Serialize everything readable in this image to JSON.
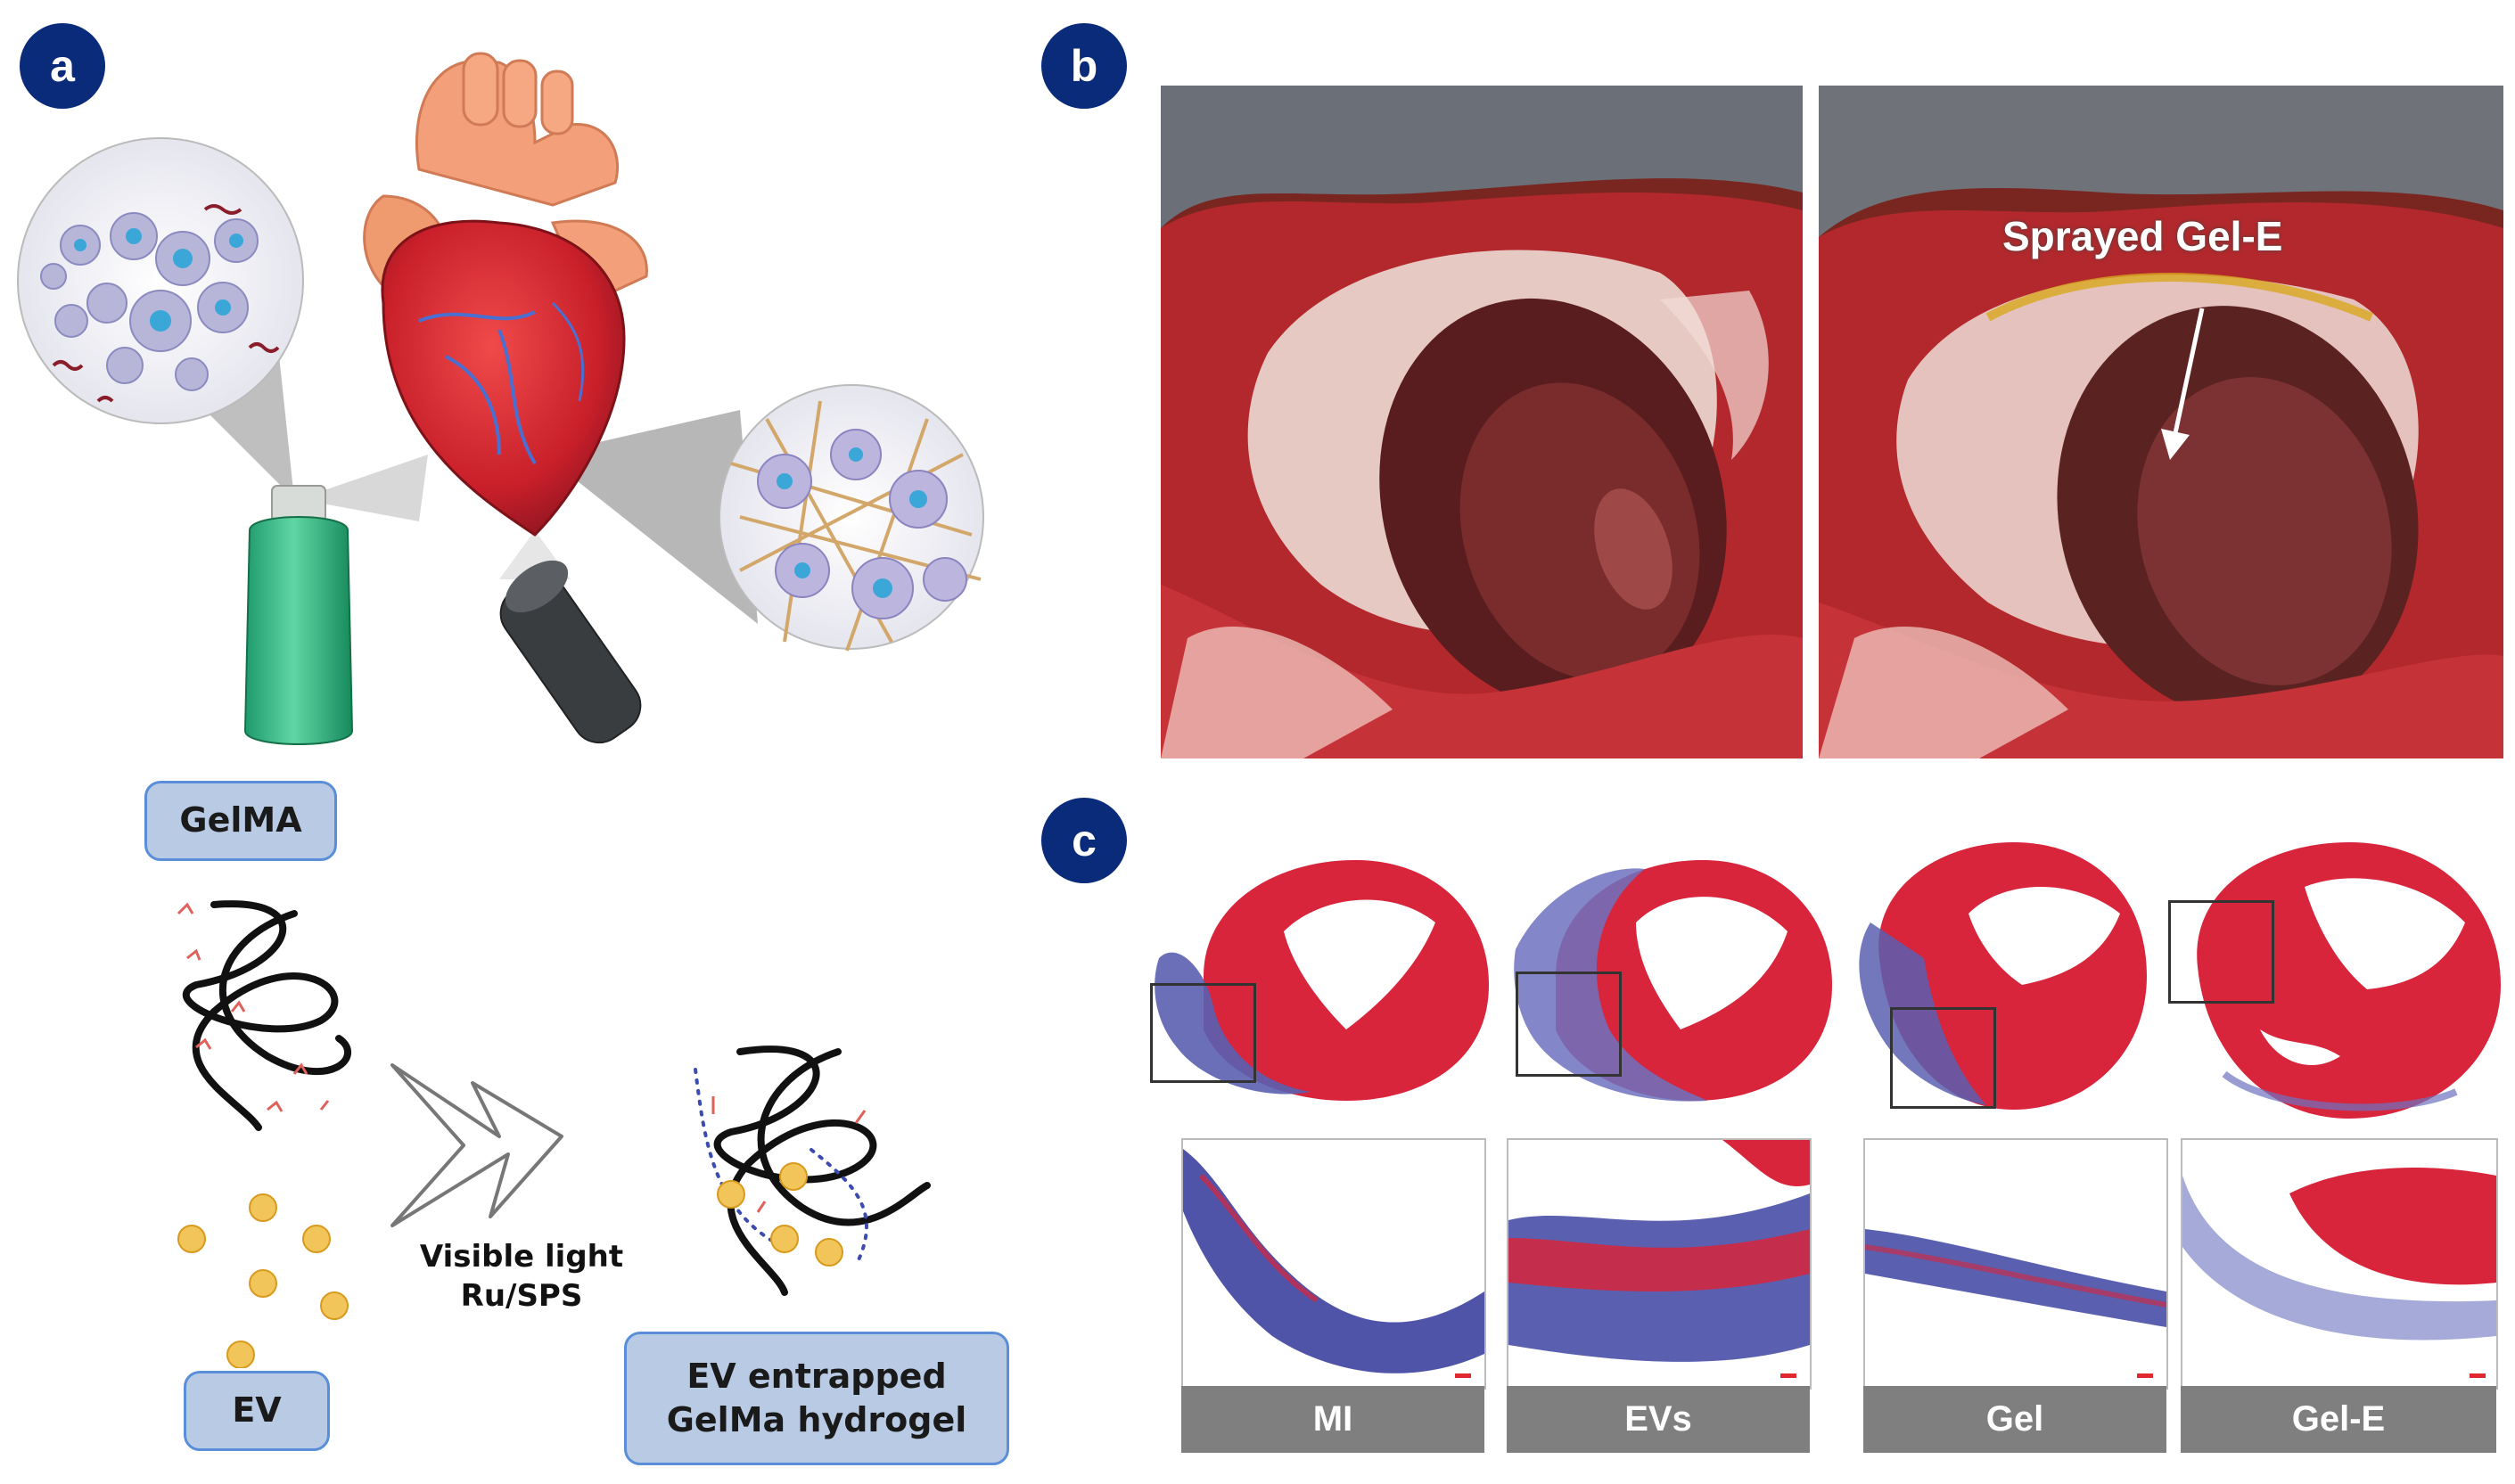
{
  "panels": {
    "a": {
      "badge": "a"
    },
    "b": {
      "badge": "b",
      "photo_label": "Sprayed Gel-E"
    },
    "c": {
      "badge": "c",
      "groups": [
        "MI",
        "EVs",
        "Gel",
        "Gel-E"
      ]
    }
  },
  "schematic": {
    "gelma_label": "GelMA",
    "ev_label": "EV",
    "condition_line1": "Visible light",
    "condition_line2": "Ru/SPS",
    "product_line1": "EV entrapped",
    "product_line2": "GelMa hydrogel"
  },
  "colors": {
    "badge": "#0a2a7a",
    "label_box": "#b9cbe4",
    "label_border": "#5b8ed8",
    "tissue_red": "#d8253c",
    "tissue_blue": "#5a5fb0",
    "tag_gray": "#7f7f7f"
  }
}
